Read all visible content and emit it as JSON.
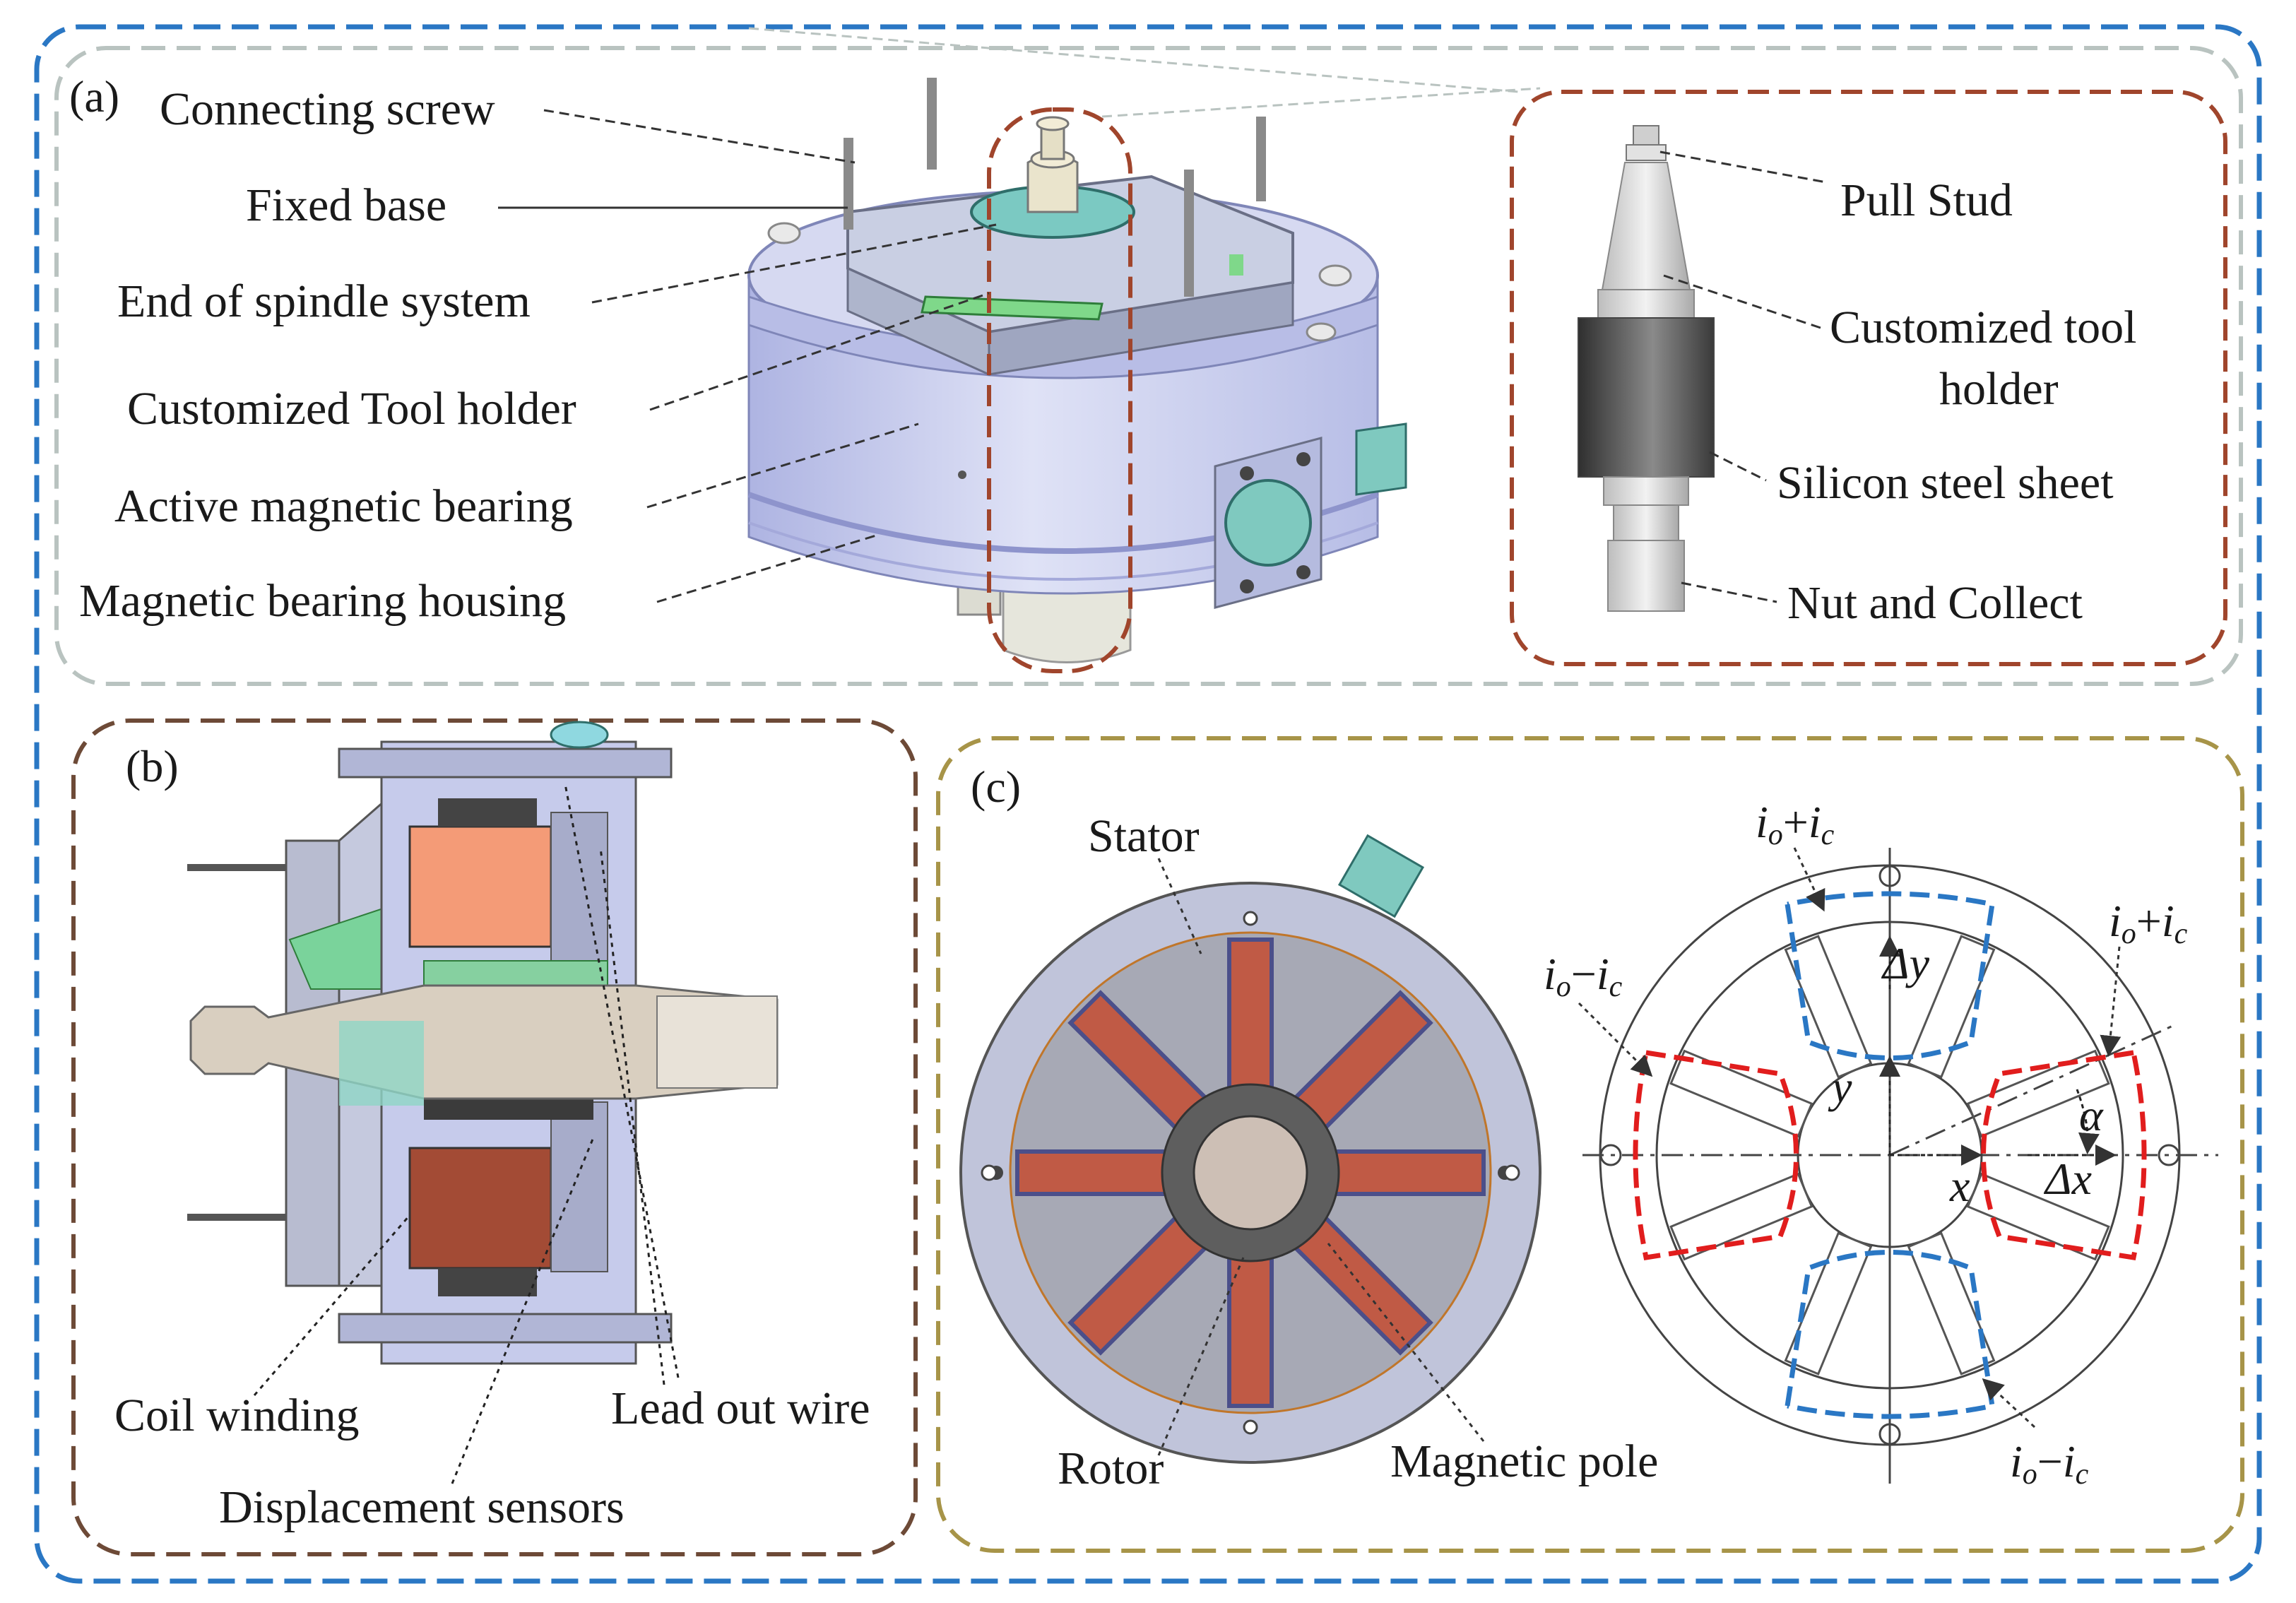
{
  "colors": {
    "outer_border": "#2a77c4",
    "panel_a_border": "#b9c3c0",
    "panel_a_inset_border": "#a0452c",
    "panel_b_border": "#6d4a37",
    "panel_c_border": "#a79448",
    "coil_light": "#f49b77",
    "coil_dark": "#a34b35",
    "housing": "#c6cbeb",
    "current_blue": "#2a77c4",
    "current_red": "#e11d1d"
  },
  "panel_a": {
    "tag": "(a)",
    "labels": {
      "connecting_screw": "Connecting screw",
      "fixed_base": "Fixed base",
      "end_of_spindle": "End of spindle system",
      "customized_tool_holder": "Customized Tool holder",
      "active_magnetic_bearing": "Active magnetic bearing",
      "magnetic_bearing_housing": "Magnetic bearing housing"
    },
    "inset": {
      "pull_stud": "Pull Stud",
      "customized_tool_holder_1": "Customized tool",
      "customized_tool_holder_2": "holder",
      "silicon_steel_sheet": "Silicon steel sheet",
      "nut_and_collect": "Nut and Collect"
    }
  },
  "panel_b": {
    "tag": "(b)",
    "labels": {
      "coil_winding": "Coil winding",
      "lead_out_wire": "Lead out wire",
      "displacement_sensors": "Displacement sensors"
    }
  },
  "panel_c": {
    "tag": "(c)",
    "labels": {
      "stator": "Stator",
      "rotor": "Rotor",
      "magnetic_pole": "Magnetic pole"
    },
    "currents": {
      "top": {
        "base": "i",
        "s1": "o",
        "op": "+",
        "base2": "i",
        "s2": "c"
      },
      "right_top": {
        "base": "i",
        "s1": "o",
        "op": "+",
        "base2": "i",
        "s2": "c"
      },
      "left": {
        "base": "i",
        "s1": "o",
        "op": "−",
        "base2": "i",
        "s2": "c"
      },
      "bottom": {
        "base": "i",
        "s1": "o",
        "op": "−",
        "base2": "i",
        "s2": "c"
      }
    },
    "axes": {
      "x": "x",
      "y": "y",
      "dx": "Δx",
      "dy": "Δy",
      "alpha": "α"
    }
  }
}
